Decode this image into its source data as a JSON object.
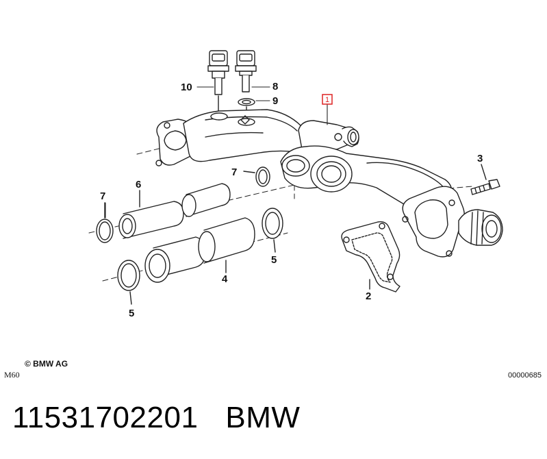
{
  "diagram": {
    "callouts": [
      {
        "id": "c10",
        "text": "10"
      },
      {
        "id": "c8",
        "text": "8"
      },
      {
        "id": "c9",
        "text": "9"
      },
      {
        "id": "c1",
        "text": "1"
      },
      {
        "id": "c3",
        "text": "3"
      },
      {
        "id": "c7a",
        "text": "7"
      },
      {
        "id": "c7b",
        "text": "7"
      },
      {
        "id": "c6",
        "text": "6"
      },
      {
        "id": "c5a",
        "text": "5"
      },
      {
        "id": "c4",
        "text": "4"
      },
      {
        "id": "c5b",
        "text": "5"
      },
      {
        "id": "c2",
        "text": "2"
      }
    ],
    "highlight_color": "#dd2222",
    "line_color": "#222222"
  },
  "footer": {
    "copyright": "© BMW AG",
    "engine_code": "M60",
    "diagram_number": "00000685"
  },
  "caption": {
    "part_number": "11531702201",
    "brand": "BMW"
  }
}
